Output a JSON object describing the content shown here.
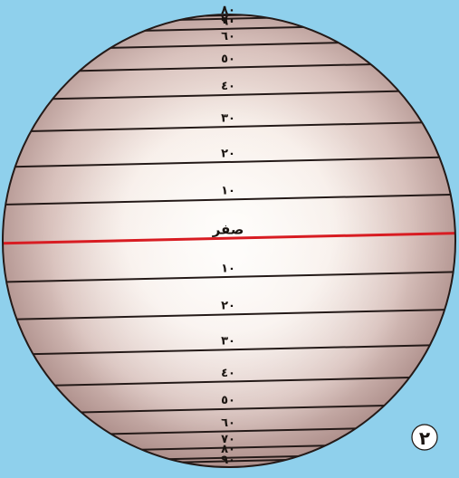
{
  "figure": {
    "colors": {
      "background": "#8fd0ec",
      "globe_light": "#fbf6ef",
      "globe_dark": "#b89c96",
      "latitude_line": "#241a18",
      "equator_line": "#d81c22",
      "badge_fill": "#ffffff"
    },
    "latitudes": [
      {
        "label": "٩٠"
      },
      {
        "label": "٨٠"
      },
      {
        "label": "٧٠"
      },
      {
        "label": "٦٠"
      },
      {
        "label": "٥٠"
      },
      {
        "label": "٤٠"
      },
      {
        "label": "٣٠"
      },
      {
        "label": "٢٠"
      },
      {
        "label": "١٠"
      },
      {
        "label": "صفر",
        "equator": true
      },
      {
        "label": "١٠"
      },
      {
        "label": "٢٠"
      },
      {
        "label": "٣٠"
      },
      {
        "label": "٤٠"
      },
      {
        "label": "٥٠"
      },
      {
        "label": "٦٠"
      },
      {
        "label": "٧٠"
      },
      {
        "label": "٨٠"
      },
      {
        "label": "٩٠"
      }
    ],
    "badge": {
      "text": "٢"
    }
  }
}
